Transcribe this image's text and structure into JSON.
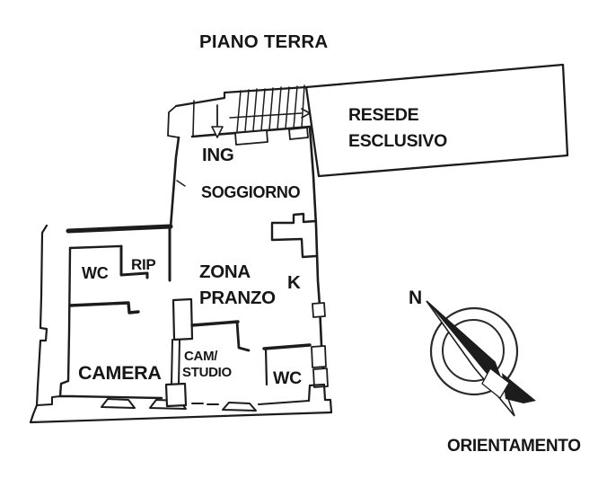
{
  "title": "PIANO TERRA",
  "floor_plan": {
    "rooms": {
      "entrance": "ING",
      "living_room": "SOGGIORNO",
      "dining_line1": "ZONA",
      "dining_line2": "PRANZO",
      "kitchen": "K",
      "wc_left": "WC",
      "storage": "RIP",
      "bedroom": "CAMERA",
      "cam_studio_line1": "CAM/",
      "cam_studio_line2": "STUDIO",
      "wc_right": "WC",
      "courtyard_line1": "RESEDE",
      "courtyard_line2": "ESCLUSIVO"
    }
  },
  "compass": {
    "north_label": "N",
    "caption": "ORIENTAMENTO"
  },
  "colors": {
    "ink": "#1c1c1c",
    "paper": "#ffffff"
  }
}
